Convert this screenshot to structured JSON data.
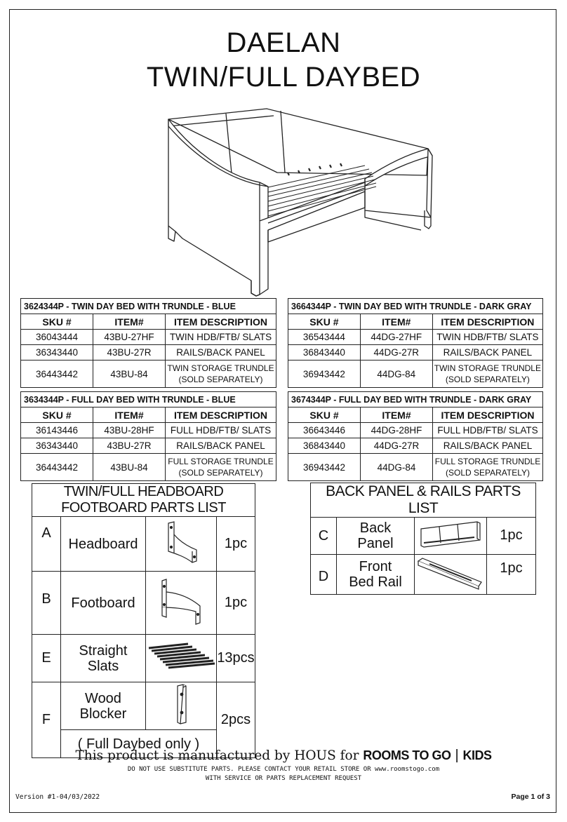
{
  "title": {
    "line1": "DAELAN",
    "line2": "TWIN/FULL DAYBED"
  },
  "sku_tables": [
    {
      "header": "3624344P - TWIN DAY BED WITH TRUNDLE - BLUE",
      "columns": [
        "SKU #",
        "ITEM#",
        "ITEM DESCRIPTION"
      ],
      "rows": [
        [
          "36043444",
          "43BU-27HF",
          "TWIN HDB/FTB/ SLATS"
        ],
        [
          "36343440",
          "43BU-27R",
          "RAILS/BACK PANEL"
        ],
        [
          "36443442",
          "43BU-84",
          "TWIN STORAGE TRUNDLE",
          "(SOLD SEPARATELY)"
        ]
      ]
    },
    {
      "header": "3664344P - TWIN DAY BED WITH TRUNDLE - DARK GRAY",
      "columns": [
        "SKU #",
        "ITEM#",
        "ITEM DESCRIPTION"
      ],
      "rows": [
        [
          "36543444",
          "44DG-27HF",
          "TWIN HDB/FTB/ SLATS"
        ],
        [
          "36843440",
          "44DG-27R",
          "RAILS/BACK PANEL"
        ],
        [
          "36943442",
          "44DG-84",
          "TWIN STORAGE TRUNDLE",
          "(SOLD SEPARATELY)"
        ]
      ]
    },
    {
      "header": "3634344P - FULL DAY BED WITH TRUNDLE - BLUE",
      "columns": [
        "SKU #",
        "ITEM#",
        "ITEM DESCRIPTION"
      ],
      "rows": [
        [
          "36143446",
          "43BU-28HF",
          "FULL HDB/FTB/ SLATS"
        ],
        [
          "36343440",
          "43BU-27R",
          "RAILS/BACK PANEL"
        ],
        [
          "36443442",
          "43BU-84",
          "FULL STORAGE TRUNDLE",
          "(SOLD SEPARATELY)"
        ]
      ]
    },
    {
      "header": "3674344P - FULL DAY BED WITH TRUNDLE - DARK GRAY",
      "columns": [
        "SKU #",
        "ITEM#",
        "ITEM DESCRIPTION"
      ],
      "rows": [
        [
          "36643446",
          "44DG-28HF",
          "FULL HDB/FTB/ SLATS"
        ],
        [
          "36843440",
          "44DG-27R",
          "RAILS/BACK PANEL"
        ],
        [
          "36943442",
          "44DG-84",
          "FULL STORAGE TRUNDLE",
          "(SOLD SEPARATELY)"
        ]
      ]
    }
  ],
  "hdb_parts": {
    "title": "TWIN/FULL HEADBOARD FOOTBOARD PARTS LIST",
    "items": [
      {
        "letter": "A",
        "name": "Headboard",
        "qty": "1pc",
        "icon": "headboard-icon"
      },
      {
        "letter": "B",
        "name": "Footboard",
        "qty": "1pc",
        "icon": "footboard-icon"
      },
      {
        "letter": "E",
        "name1": "Straight",
        "name2": "Slats",
        "qty": "13pcs",
        "icon": "slats-icon"
      },
      {
        "letter": "F",
        "name1": "Wood",
        "name2": "Blocker",
        "qty": "2pcs",
        "note": "( Full Daybed only )",
        "icon": "wood-blocker-icon"
      }
    ]
  },
  "rails_parts": {
    "title": "BACK PANEL & RAILS PARTS LIST",
    "items": [
      {
        "letter": "C",
        "name1": "Back",
        "name2": "Panel",
        "qty": "1pc",
        "icon": "back-panel-icon"
      },
      {
        "letter": "D",
        "name1": "Front",
        "name2": "Bed Rail",
        "qty": "1pc",
        "icon": "front-rail-icon"
      }
    ]
  },
  "footer": {
    "manufactured": "This product is manufactured by HOUS for",
    "brand1": "ROOMS TO GO",
    "brand2": "KIDS",
    "notice1": "DO NOT USE SUBSTITUTE PARTS. PLEASE CONTACT YOUR RETAIL STORE OR www.roomstogo.com",
    "notice2": "WITH SERVICE OR PARTS REPLACEMENT REQUEST",
    "version": "Version #1-04/03/2022",
    "page": "Page 1 of 3"
  }
}
